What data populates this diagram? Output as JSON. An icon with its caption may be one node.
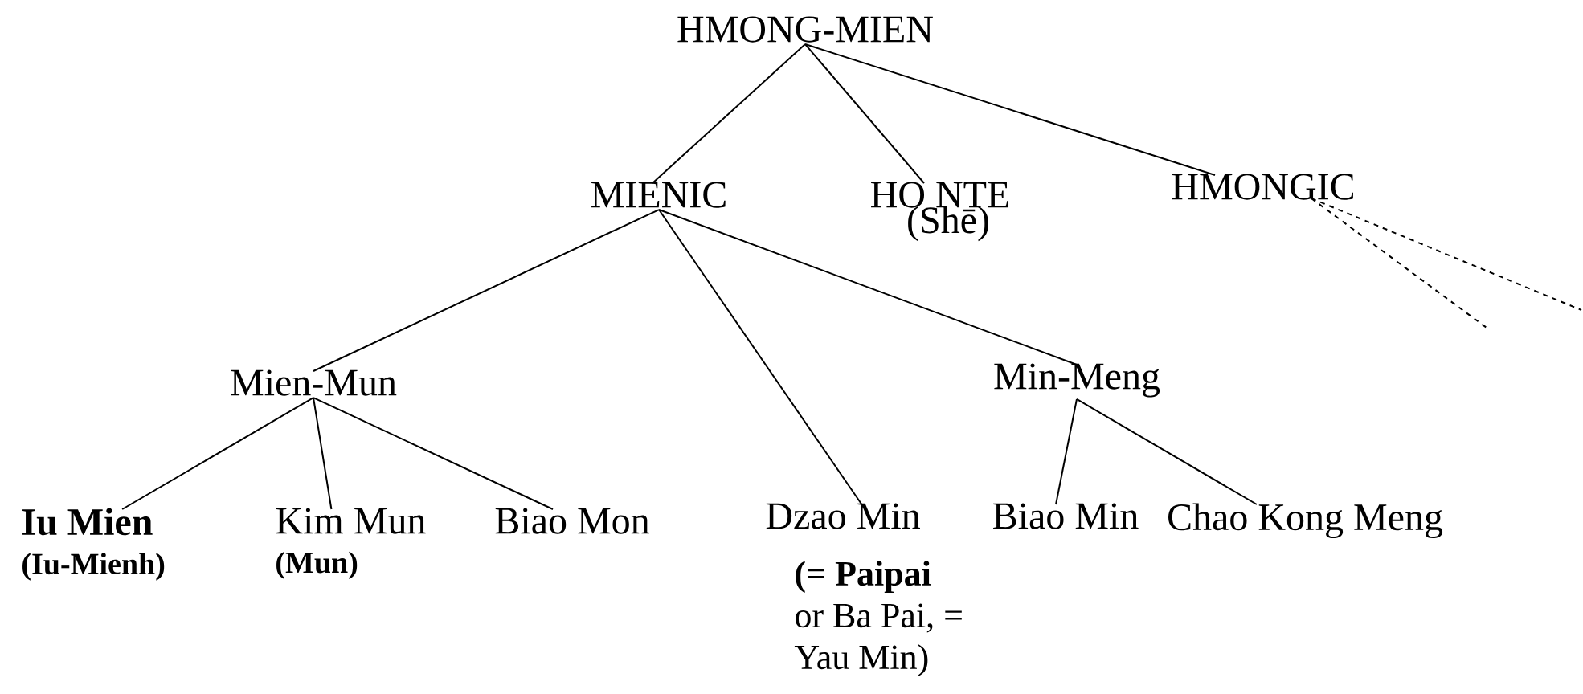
{
  "diagram": {
    "nodes": [
      {
        "text": [
          "HMONG-MIEN"
        ]
      },
      {
        "text": [
          "MIENIC"
        ]
      },
      {
        "text": [
          "HO NTE",
          "(Shē)"
        ]
      },
      {
        "text": [
          "HMONGIC"
        ]
      },
      {
        "text": [
          "Mien-Mun"
        ]
      },
      {
        "text": [
          "Dzao Min",
          "**(= Paipai** or Ba Pai, = Yau Min)"
        ]
      },
      {
        "text": [
          "Min-Meng"
        ]
      },
      {
        "text": [
          "Iu Mien",
          "(Iu-Mienh)"
        ]
      },
      {
        "text": [
          "Kim Mun",
          "(Mun)"
        ]
      },
      {
        "text": [
          "Biao Mon"
        ]
      },
      {
        "text": [
          "Biao Min"
        ]
      },
      {
        "text": [
          "Chao Kong Meng"
        ]
      }
    ],
    "edges": [
      {
        "from": 0,
        "to": 1,
        "arrow": "none"
      },
      {
        "from": 0,
        "to": 2,
        "arrow": "none"
      },
      {
        "from": 0,
        "to": 3,
        "arrow": "none"
      },
      {
        "from": 1,
        "to": 4,
        "arrow": "none"
      },
      {
        "from": 1,
        "to": 5,
        "arrow": "none"
      },
      {
        "from": 1,
        "to": 6,
        "arrow": "none"
      },
      {
        "from": 4,
        "to": 7,
        "arrow": "none"
      },
      {
        "from": 4,
        "to": 8,
        "arrow": "none"
      },
      {
        "from": 4,
        "to": 9,
        "arrow": "none"
      },
      {
        "from": 6,
        "to": 10,
        "arrow": "none"
      },
      {
        "from": 6,
        "to": 11,
        "arrow": "none"
      },
      {
        "from": 3,
        "to": null,
        "arrow": "none",
        "style": "dashed"
      },
      {
        "from": 3,
        "to": null,
        "arrow": "none",
        "style": "dashed"
      }
    ]
  }
}
